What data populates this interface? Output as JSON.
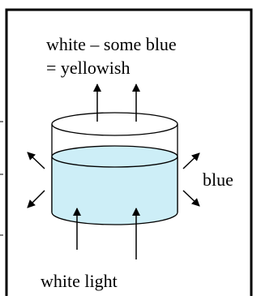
{
  "labels": {
    "top_line1": "white – some blue",
    "top_line2": "= yellowish",
    "side": "blue",
    "bottom": "white light"
  },
  "colors": {
    "water": "#cdeef7",
    "stroke": "#000000",
    "background": "#ffffff"
  }
}
